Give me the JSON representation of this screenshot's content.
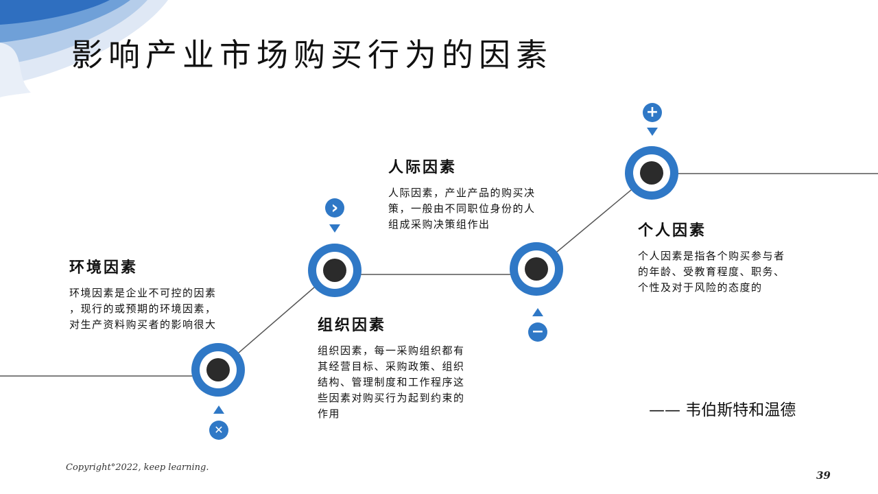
{
  "slide": {
    "title": "影响产业市场购买行为的因素",
    "quote": "—— 韦伯斯特和温德",
    "copyright": "Copyright°2022, keep learning.",
    "page_number": "39"
  },
  "colors": {
    "accent": "#2f78c6",
    "node_core": "#2b2b2b",
    "line": "#555555"
  },
  "factors": [
    {
      "title": "环境因素",
      "text": "环境因素是企业不可控的因素，现行的或预期的环境因素，对生产资料购买者的影响很大",
      "lines": [
        "环境因素是企业不可控的因素",
        "，现行的或预期的环境因素，",
        "对生产资料购买者的影响很大"
      ],
      "icon": "close-icon",
      "glyph": "✕"
    },
    {
      "title": "组织因素",
      "lines": [
        "组织因素，每一采购组织都有",
        "其经营目标、采购政策、组织",
        "结构、管理制度和工作程序这",
        "些因素对购买行为起到约束的",
        "作用"
      ],
      "icon": "chevron-right-icon",
      "glyph": "›"
    },
    {
      "title": "人际因素",
      "lines": [
        "人际因素，产业产品的购买决",
        "策，一般由不同职位身份的人",
        "组成采购决策组作出"
      ],
      "icon": "minus-icon",
      "glyph": "−"
    },
    {
      "title": "个人因素",
      "lines": [
        "个人因素是指各个购买参与者",
        "的年龄、受教育程度、职务、",
        "个性及对于风险的态度的"
      ],
      "icon": "plus-icon",
      "glyph": "+"
    }
  ]
}
